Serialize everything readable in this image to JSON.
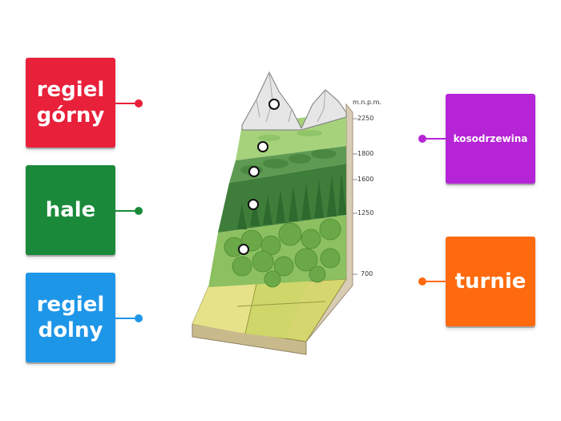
{
  "labels": {
    "regiel_gorny": "regiel\ngórny",
    "hale": "hale",
    "regiel_dolny": "regiel\ndolny",
    "kosodrzewina": "kosodrzewina",
    "turnie": "turnie"
  },
  "altitudes": {
    "unit": "m.n.p.m.",
    "a2250": "2250",
    "a1800": "1800",
    "a1600": "1600",
    "a1250": "1250",
    "a700": "700"
  },
  "colors": {
    "red": "#e8203a",
    "green": "#1a8a3a",
    "blue": "#1e96e8",
    "purple": "#b524d6",
    "orange": "#ff6a0e"
  }
}
